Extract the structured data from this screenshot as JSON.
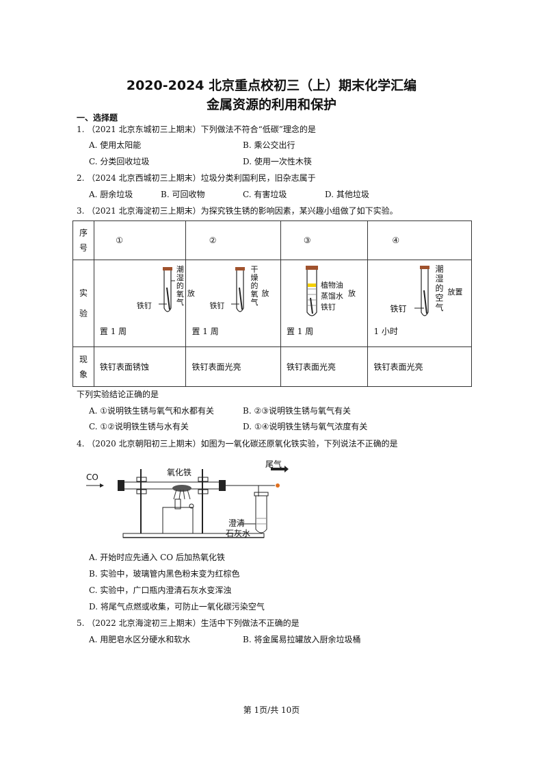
{
  "title": "2020-2024 北京重点校初三（上）期末化学汇编",
  "subtitle": "金属资源的利用和保护",
  "section": "一、选择题",
  "q1": {
    "stem": "1. （2021 北京东城初三上期末）下列做法不符合“低碳”理念的是",
    "A": "A. 使用太阳能",
    "B": "B. 乘公交出行",
    "C": "C. 分类回收垃圾",
    "D": "D. 使用一次性木筷"
  },
  "q2": {
    "stem": "2. （2024 北京西城初三上期末）垃圾分类利国利民，旧杂志属于",
    "A": "A. 厨余垃圾",
    "B": "B. 可回收物",
    "C": "C. 有害垃圾",
    "D": "D. 其他垃圾"
  },
  "q3": {
    "stem": "3. （2021 北京海淀初三上期末）为探究铁生锈的影响因素，某兴趣小组做了如下实验。",
    "table": {
      "row1_head": "序号",
      "row2_head": "实验",
      "row3_head": "现象",
      "nums": [
        "①",
        "②",
        "③",
        "④"
      ],
      "labels": {
        "c1": [
          "潮湿的氧气",
          "放",
          "铁钉"
        ],
        "c2": [
          "干燥的氧气",
          "放",
          "铁钉"
        ],
        "c3": [
          "植物油",
          "蒸馏水",
          "铁钉",
          "放"
        ],
        "c4": [
          "潮湿的空气",
          "放置",
          "铁钉"
        ]
      },
      "times": [
        "置 1 周",
        "置 1 周",
        "置 1 周",
        "1 小时"
      ],
      "phenomena": [
        "铁钉表面锈蚀",
        "铁钉表面光亮",
        "铁钉表面光亮",
        "铁钉表面光亮"
      ]
    },
    "conclusion_stem": "下列实验结论正确的是",
    "A": "A. ①说明铁生锈与氧气和水都有关",
    "B": "B. ②③说明铁生锈与氧气有关",
    "C": "C. ①②说明铁生锈与水有关",
    "D": "D. ①④说明铁生锈与氧气浓度有关"
  },
  "q4": {
    "stem": "4. （2020 北京朝阳初三上期末）如图为一氧化碳还原氧化铁实验，下列说法不正确的是",
    "fig": {
      "co": "CO",
      "iron_oxide": "氧化铁",
      "tail_gas": "尾气",
      "limewater1": "澄清",
      "limewater2": "石灰水"
    },
    "A": "A. 开始时应先通入 CO 后加热氧化铁",
    "B": "B. 实验中，玻璃管内黑色粉末变为红棕色",
    "C": "C. 实验中，广口瓶内澄清石灰水变浑浊",
    "D": "D. 将尾气点燃或收集，可防止一氧化碳污染空气"
  },
  "q5": {
    "stem": "5. （2022 北京海淀初三上期末）生活中下列做法不正确的是",
    "A": "A. 用肥皂水区分硬水和软水",
    "B": "B. 将金属易拉罐放入厨余垃圾桶"
  },
  "footer": "第 1页/共 10页"
}
